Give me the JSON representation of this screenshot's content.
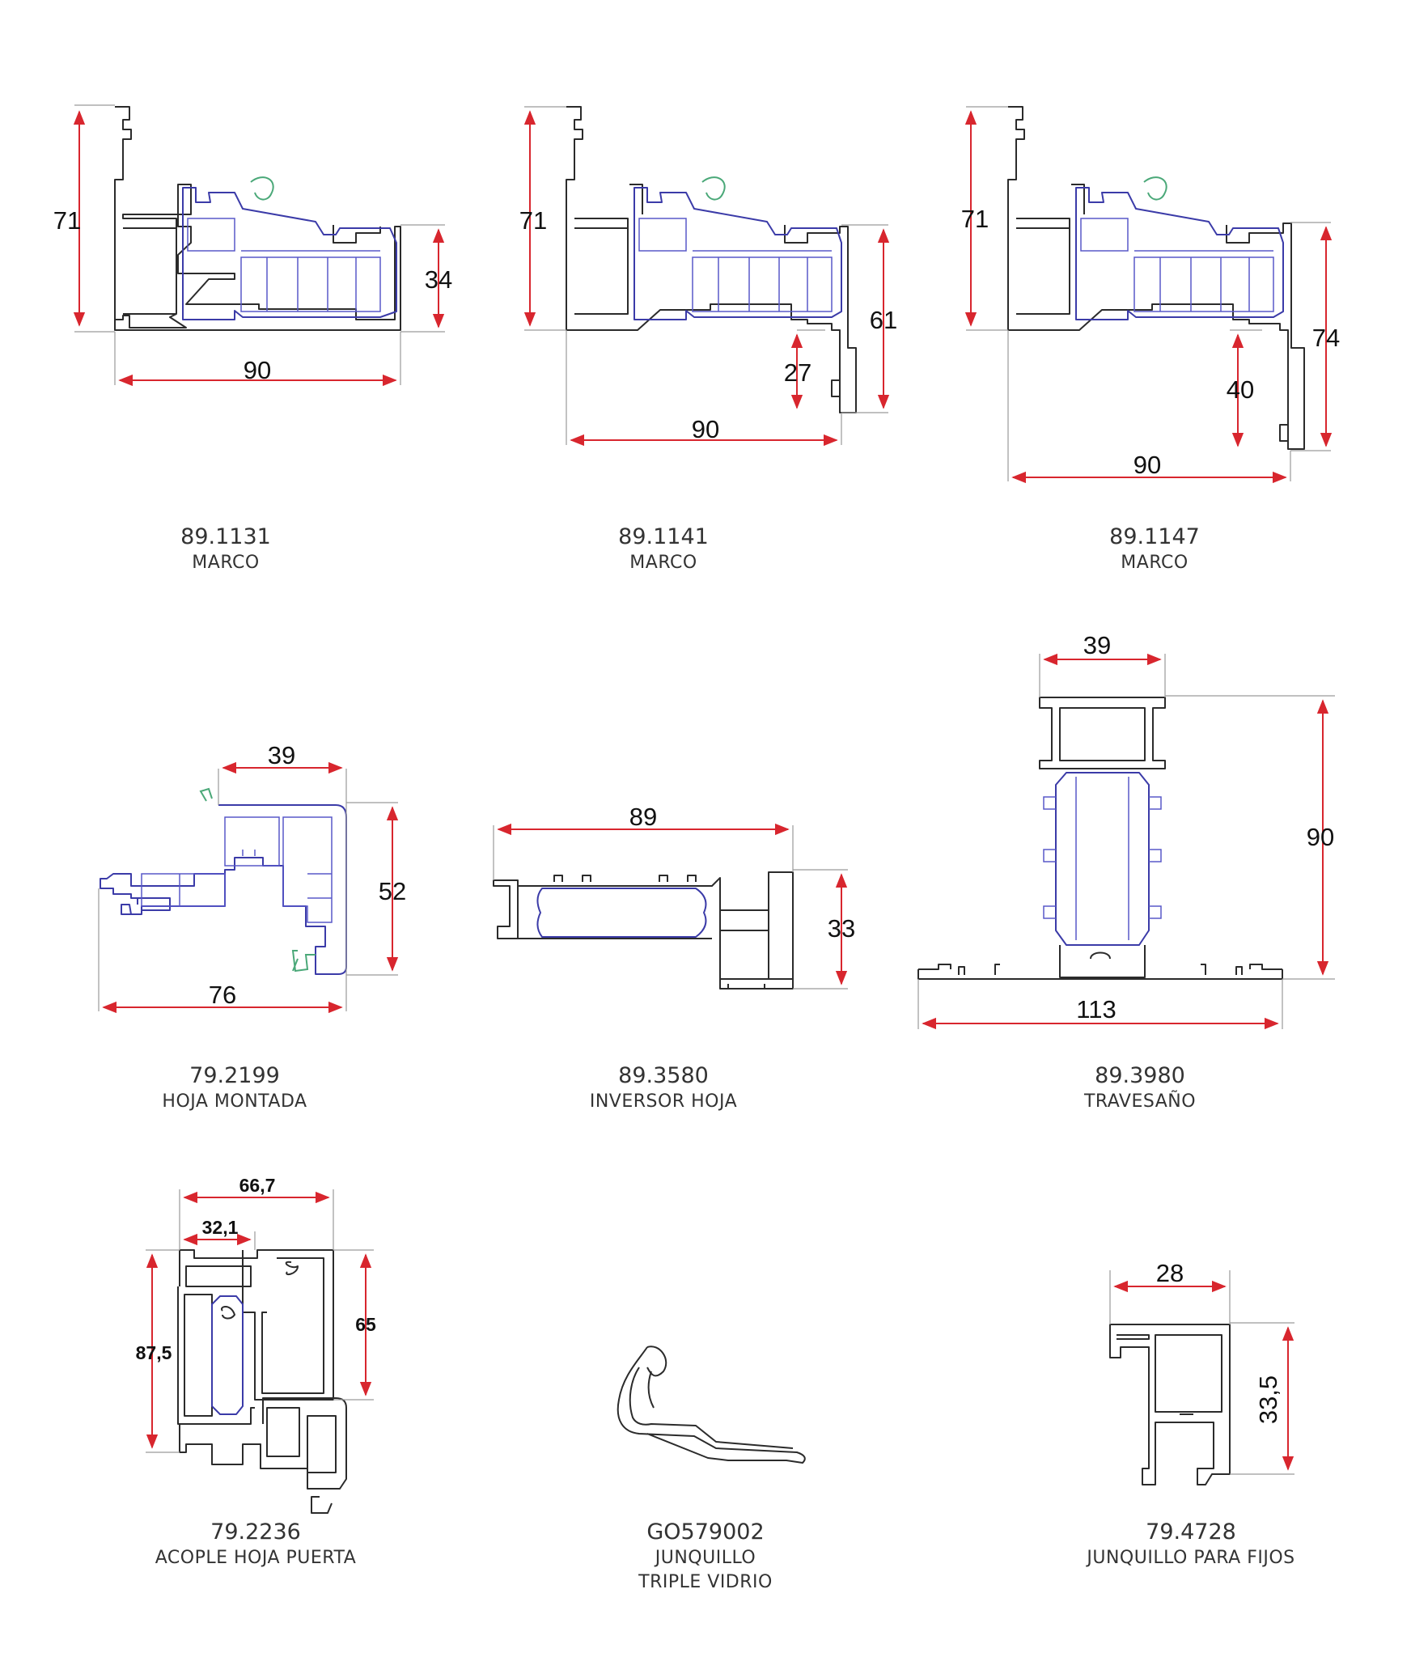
{
  "colors": {
    "dimension": "#d8262e",
    "aluminium": "#2b2b2b",
    "pvc": "#3b3ba8",
    "gasket": "#4aa878",
    "text": "#333333"
  },
  "profiles": [
    {
      "code": "89.1131",
      "name": "MARCO",
      "dims": {
        "h1": "71",
        "h2": "34",
        "w": "90"
      }
    },
    {
      "code": "89.1141",
      "name": "MARCO",
      "dims": {
        "h1": "71",
        "h2": "61",
        "h3": "27",
        "w": "90"
      }
    },
    {
      "code": "89.1147",
      "name": "MARCO",
      "dims": {
        "h1": "71",
        "h2": "74",
        "h3": "40",
        "w": "90"
      }
    },
    {
      "code": "79.2199",
      "name": "HOJA MONTADA",
      "dims": {
        "w1": "39",
        "h": "52",
        "w2": "76"
      }
    },
    {
      "code": "89.3580",
      "name": "INVERSOR HOJA",
      "dims": {
        "w": "89",
        "h": "33"
      }
    },
    {
      "code": "89.3980",
      "name": "TRAVESAÑO",
      "dims": {
        "w1": "39",
        "h": "90",
        "w2": "113"
      }
    },
    {
      "code": "79.2236",
      "name": "ACOPLE HOJA PUERTA",
      "dims": {
        "w1": "66,7",
        "w2": "32,1",
        "h1": "87,5",
        "h2": "65"
      }
    },
    {
      "code": "GO579002",
      "name_line1": "JUNQUILLO",
      "name_line2": "TRIPLE VIDRIO"
    },
    {
      "code": "79.4728",
      "name": "JUNQUILLO PARA FIJOS",
      "dims": {
        "w": "28",
        "h": "33,5"
      }
    }
  ]
}
